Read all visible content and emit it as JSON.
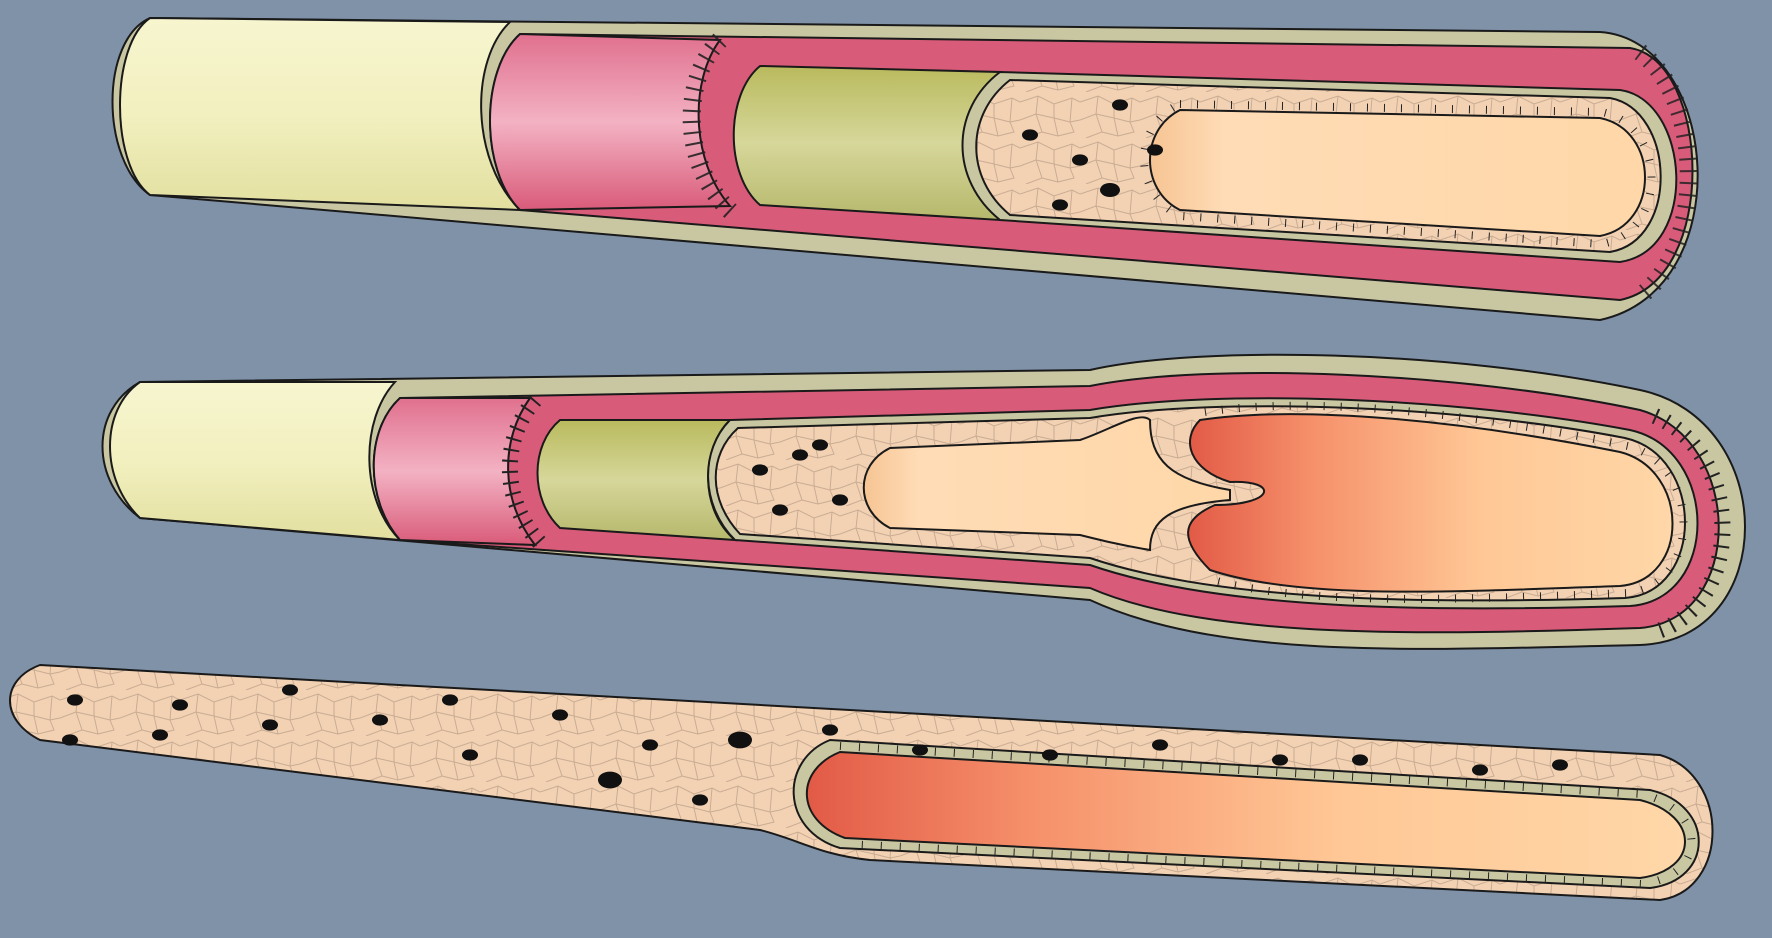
{
  "figure": {
    "panel_count": 3,
    "labels": []
  },
  "colors": {
    "background": "#7f92a8",
    "outer_sheath": "#f2f0bf",
    "sheath_band": "#c9c7a2",
    "muscle_layer": "#d95b7a",
    "muscle_face_light": "#f3a9bd",
    "olive_layer": "#c9cc7e",
    "epithelium": "#f3d2b4",
    "cell_outline": "#c9ac92",
    "lumen_light": "#ffd7a8",
    "lumen_dark": "#e25a46",
    "nucleus": "#111111",
    "stroke": "#1a1a1a"
  },
  "panels": [
    {
      "name": "top-tube",
      "lumen": "straight"
    },
    {
      "name": "middle-tube",
      "lumen": "dilated-with-constriction"
    },
    {
      "name": "bottom-tube",
      "lumen": "open-epithelial-tube"
    }
  ]
}
